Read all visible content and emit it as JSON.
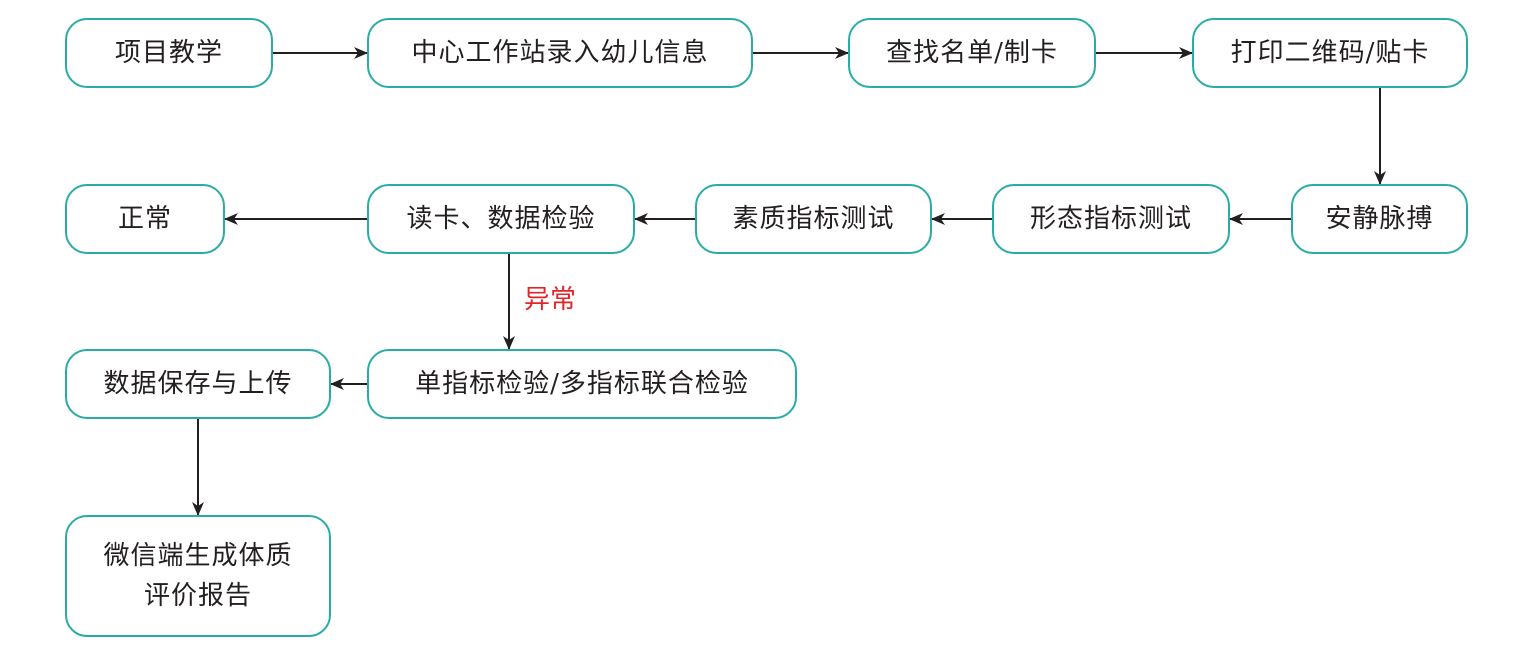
{
  "flowchart": {
    "colors": {
      "box_border": "#2aaca5",
      "text": "#231f20",
      "arrow": "#231f20",
      "edge_label": "#e0262b"
    },
    "nodes": [
      {
        "id": "project-teaching",
        "label": "项目教学"
      },
      {
        "id": "enter-child-info",
        "label": "中心工作站录入幼儿信息"
      },
      {
        "id": "find-list-make-card",
        "label": "查找名单/制卡"
      },
      {
        "id": "print-qr-stick-card",
        "label": "打印二维码/贴卡"
      },
      {
        "id": "resting-pulse",
        "label": "安静脉搏"
      },
      {
        "id": "morphology-test",
        "label": "形态指标测试"
      },
      {
        "id": "fitness-test",
        "label": "素质指标测试"
      },
      {
        "id": "read-card-verify",
        "label": "读卡、数据检验"
      },
      {
        "id": "normal",
        "label": "正常"
      },
      {
        "id": "indicator-verify",
        "label": "单指标检验/多指标联合检验"
      },
      {
        "id": "save-upload",
        "label": "数据保存与上传"
      },
      {
        "id": "wechat-report",
        "label": "微信端生成体质\n评价报告"
      }
    ],
    "edges": [
      {
        "from": "project-teaching",
        "to": "enter-child-info"
      },
      {
        "from": "enter-child-info",
        "to": "find-list-make-card"
      },
      {
        "from": "find-list-make-card",
        "to": "print-qr-stick-card"
      },
      {
        "from": "print-qr-stick-card",
        "to": "resting-pulse"
      },
      {
        "from": "resting-pulse",
        "to": "morphology-test"
      },
      {
        "from": "morphology-test",
        "to": "fitness-test"
      },
      {
        "from": "fitness-test",
        "to": "read-card-verify"
      },
      {
        "from": "read-card-verify",
        "to": "normal"
      },
      {
        "from": "read-card-verify",
        "to": "indicator-verify",
        "label": "异常"
      },
      {
        "from": "indicator-verify",
        "to": "save-upload"
      },
      {
        "from": "save-upload",
        "to": "wechat-report"
      }
    ]
  }
}
